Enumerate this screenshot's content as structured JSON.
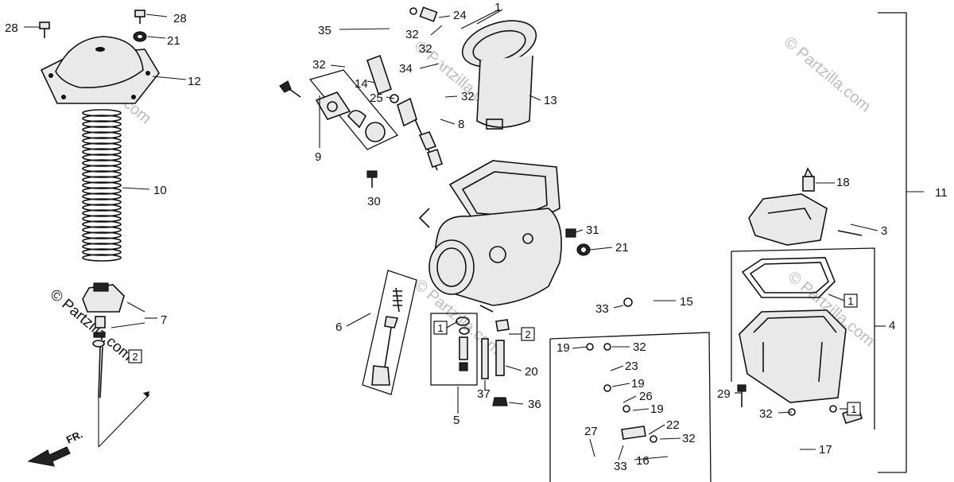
{
  "diagram": {
    "watermark": "© Partzilla.com",
    "front_label": "FR.",
    "callouts": [
      {
        "id": "c28a",
        "text": "28"
      },
      {
        "id": "c28b",
        "text": "28"
      },
      {
        "id": "c21a",
        "text": "21"
      },
      {
        "id": "c12",
        "text": "12"
      },
      {
        "id": "c10",
        "text": "10"
      },
      {
        "id": "c7",
        "text": "7"
      },
      {
        "id": "c35",
        "text": "35"
      },
      {
        "id": "c24",
        "text": "24"
      },
      {
        "id": "c32a",
        "text": "32"
      },
      {
        "id": "c32b",
        "text": "32"
      },
      {
        "id": "c34",
        "text": "34"
      },
      {
        "id": "c32c",
        "text": "32"
      },
      {
        "id": "c13",
        "text": "13"
      },
      {
        "id": "c32d",
        "text": "32"
      },
      {
        "id": "c14",
        "text": "14"
      },
      {
        "id": "c25",
        "text": "25"
      },
      {
        "id": "c8",
        "text": "8"
      },
      {
        "id": "c9",
        "text": "9"
      },
      {
        "id": "c30",
        "text": "30"
      },
      {
        "id": "c31",
        "text": "31"
      },
      {
        "id": "c21b",
        "text": "21"
      },
      {
        "id": "c6",
        "text": "6"
      },
      {
        "id": "c15",
        "text": "15"
      },
      {
        "id": "c33a",
        "text": "33"
      },
      {
        "id": "c20",
        "text": "20"
      },
      {
        "id": "c37",
        "text": "37"
      },
      {
        "id": "c36",
        "text": "36"
      },
      {
        "id": "c5",
        "text": "5"
      },
      {
        "id": "c19a",
        "text": "19"
      },
      {
        "id": "c32e",
        "text": "32"
      },
      {
        "id": "c23",
        "text": "23"
      },
      {
        "id": "c19b",
        "text": "19"
      },
      {
        "id": "c26",
        "text": "26"
      },
      {
        "id": "c19c",
        "text": "19"
      },
      {
        "id": "c22",
        "text": "22"
      },
      {
        "id": "c27",
        "text": "27"
      },
      {
        "id": "c32f",
        "text": "32"
      },
      {
        "id": "c33b",
        "text": "33"
      },
      {
        "id": "c16",
        "text": "16"
      },
      {
        "id": "c18",
        "text": "18"
      },
      {
        "id": "c11",
        "text": "11"
      },
      {
        "id": "c3",
        "text": "3"
      },
      {
        "id": "c4",
        "text": "4"
      },
      {
        "id": "c29",
        "text": "29"
      },
      {
        "id": "c32g",
        "text": "32"
      },
      {
        "id": "c17",
        "text": "17"
      },
      {
        "id": "c1",
        "text": "1"
      }
    ],
    "boxed_labels": [
      {
        "id": "b2a",
        "text": "2"
      },
      {
        "id": "b1a",
        "text": "1"
      },
      {
        "id": "b2b",
        "text": "2"
      },
      {
        "id": "b1b",
        "text": "1"
      },
      {
        "id": "b1c",
        "text": "1"
      }
    ]
  }
}
